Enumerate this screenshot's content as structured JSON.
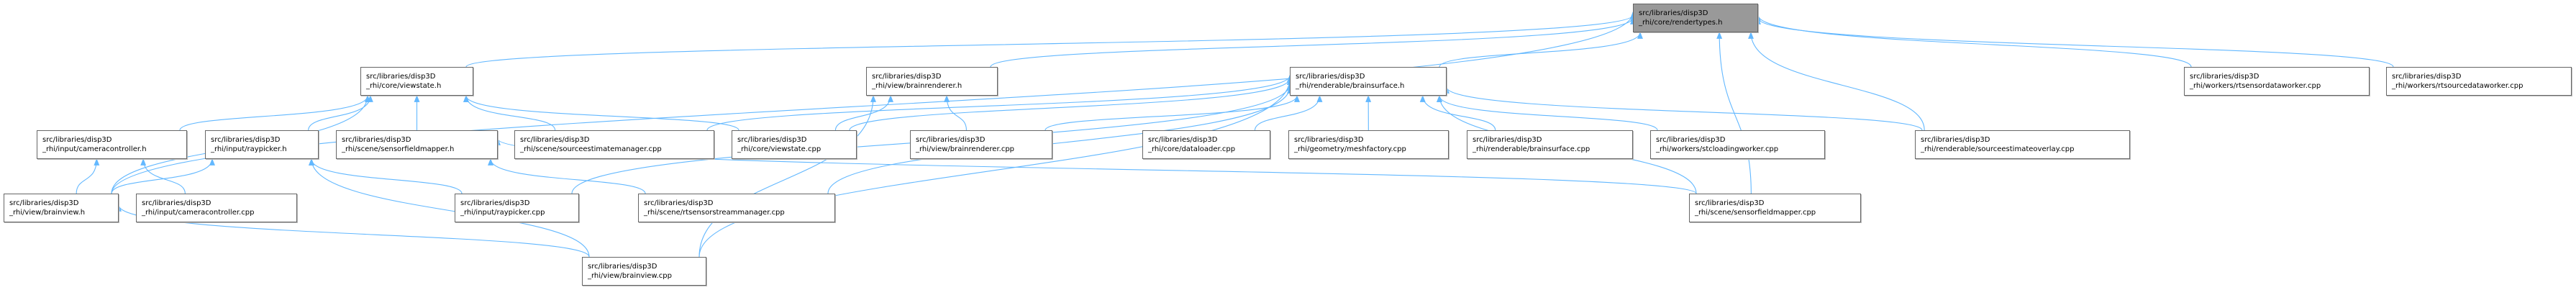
{
  "colors": {
    "edge": "#63b8ff",
    "root_fill": "#999999",
    "node_fill": "#ffffff",
    "node_border": "#666666"
  },
  "nodes": {
    "rendertypes_h": {
      "line1": "src/libraries/disp3D",
      "line2": "_rhi/core/rendertypes.h",
      "root": true
    },
    "viewstate_h": {
      "line1": "src/libraries/disp3D",
      "line2": "_rhi/core/viewstate.h"
    },
    "brainrenderer_h": {
      "line1": "src/libraries/disp3D",
      "line2": "_rhi/view/brainrenderer.h"
    },
    "brainsurface_h": {
      "line1": "src/libraries/disp3D",
      "line2": "_rhi/renderable/brainsurface.h"
    },
    "rtsensordataworker_cpp": {
      "line1": "src/libraries/disp3D",
      "line2": "_rhi/workers/rtsensordataworker.cpp"
    },
    "rtsourcedataworker_cpp": {
      "line1": "src/libraries/disp3D",
      "line2": "_rhi/workers/rtsourcedataworker.cpp"
    },
    "cameracontroller_h": {
      "line1": "src/libraries/disp3D",
      "line2": "_rhi/input/cameracontroller.h"
    },
    "raypicker_h": {
      "line1": "src/libraries/disp3D",
      "line2": "_rhi/input/raypicker.h"
    },
    "sensorfieldmapper_h": {
      "line1": "src/libraries/disp3D",
      "line2": "_rhi/scene/sensorfieldmapper.h"
    },
    "sourceestimatemanager_cpp": {
      "line1": "src/libraries/disp3D",
      "line2": "_rhi/scene/sourceestimatemanager.cpp"
    },
    "viewstate_cpp": {
      "line1": "src/libraries/disp3D",
      "line2": "_rhi/core/viewstate.cpp"
    },
    "brainrenderer_cpp": {
      "line1": "src/libraries/disp3D",
      "line2": "_rhi/view/brainrenderer.cpp"
    },
    "dataloader_cpp": {
      "line1": "src/libraries/disp3D",
      "line2": "_rhi/core/dataloader.cpp"
    },
    "meshfactory_cpp": {
      "line1": "src/libraries/disp3D",
      "line2": "_rhi/geometry/meshfactory.cpp"
    },
    "brainsurface_cpp": {
      "line1": "src/libraries/disp3D",
      "line2": "_rhi/renderable/brainsurface.cpp"
    },
    "stcloadingworker_cpp": {
      "line1": "src/libraries/disp3D",
      "line2": "_rhi/workers/stcloadingworker.cpp"
    },
    "sourceestimateoverlay_cpp": {
      "line1": "src/libraries/disp3D",
      "line2": "_rhi/renderable/sourceestimateoverlay.cpp"
    },
    "brainview_h": {
      "line1": "src/libraries/disp3D",
      "line2": "_rhi/view/brainview.h"
    },
    "cameracontroller_cpp": {
      "line1": "src/libraries/disp3D",
      "line2": "_rhi/input/cameracontroller.cpp"
    },
    "raypicker_cpp": {
      "line1": "src/libraries/disp3D",
      "line2": "_rhi/input/raypicker.cpp"
    },
    "rtsensorstreammanager_cpp": {
      "line1": "src/libraries/disp3D",
      "line2": "_rhi/scene/rtsensorstreammanager.cpp"
    },
    "sensorfieldmapper_cpp": {
      "line1": "src/libraries/disp3D",
      "line2": "_rhi/scene/sensorfieldmapper.cpp"
    },
    "brainview_cpp": {
      "line1": "src/libraries/disp3D",
      "line2": "_rhi/view/brainview.cpp"
    }
  },
  "edges": [
    [
      "brainview_h",
      "rendertypes_h"
    ],
    [
      "viewstate_h",
      "rendertypes_h"
    ],
    [
      "brainrenderer_h",
      "rendertypes_h"
    ],
    [
      "brainsurface_h",
      "rendertypes_h"
    ],
    [
      "sourceestimateoverlay_cpp",
      "rendertypes_h"
    ],
    [
      "sensorfieldmapper_cpp",
      "rendertypes_h"
    ],
    [
      "rtsensordataworker_cpp",
      "rendertypes_h"
    ],
    [
      "rtsourcedataworker_cpp",
      "rendertypes_h"
    ],
    [
      "brainview_h",
      "viewstate_h"
    ],
    [
      "cameracontroller_h",
      "viewstate_h"
    ],
    [
      "raypicker_h",
      "viewstate_h"
    ],
    [
      "sensorfieldmapper_h",
      "viewstate_h"
    ],
    [
      "sourceestimatemanager_cpp",
      "viewstate_h"
    ],
    [
      "viewstate_cpp",
      "viewstate_h"
    ],
    [
      "brainview_h",
      "cameracontroller_h"
    ],
    [
      "cameracontroller_cpp",
      "cameracontroller_h"
    ],
    [
      "brainview_h",
      "raypicker_h"
    ],
    [
      "raypicker_cpp",
      "raypicker_h"
    ],
    [
      "brainview_cpp",
      "raypicker_h"
    ],
    [
      "rtsensorstreammanager_cpp",
      "sensorfieldmapper_h"
    ],
    [
      "sensorfieldmapper_cpp",
      "sensorfieldmapper_h"
    ],
    [
      "brainview_cpp",
      "brainview_h"
    ],
    [
      "viewstate_cpp",
      "brainrenderer_h"
    ],
    [
      "brainrenderer_cpp",
      "brainrenderer_h"
    ],
    [
      "brainview_cpp",
      "brainrenderer_h"
    ],
    [
      "sourceestimatemanager_cpp",
      "brainsurface_h"
    ],
    [
      "viewstate_cpp",
      "brainsurface_h"
    ],
    [
      "brainrenderer_cpp",
      "brainsurface_h"
    ],
    [
      "raypicker_cpp",
      "brainsurface_h"
    ],
    [
      "rtsensorstreammanager_cpp",
      "brainsurface_h"
    ],
    [
      "dataloader_cpp",
      "brainsurface_h"
    ],
    [
      "meshfactory_cpp",
      "brainsurface_h"
    ],
    [
      "brainsurface_cpp",
      "brainsurface_h"
    ],
    [
      "stcloadingworker_cpp",
      "brainsurface_h"
    ],
    [
      "sourceestimateoverlay_cpp",
      "brainsurface_h"
    ],
    [
      "sensorfieldmapper_cpp",
      "brainsurface_h"
    ],
    [
      "brainview_cpp",
      "brainsurface_h"
    ]
  ]
}
